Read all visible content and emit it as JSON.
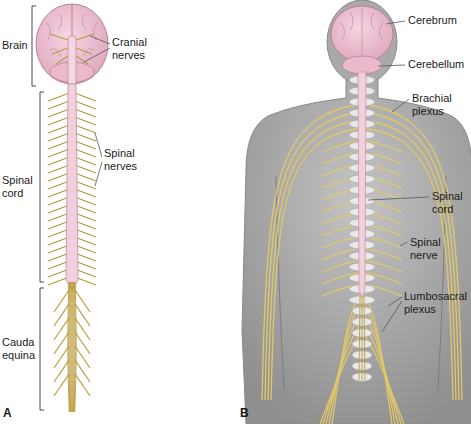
{
  "diagram": {
    "labels": [
      "Brain",
      "Cranial nerves",
      "Spinal nerves",
      "Spinal cord",
      "Cauda equina",
      "A",
      "Cerebrum",
      "Cerebellum",
      "Brachial plexus",
      "Spinal cord",
      "Spinal nerve",
      "Lumbosacral plexus",
      "B"
    ]
  }
}
